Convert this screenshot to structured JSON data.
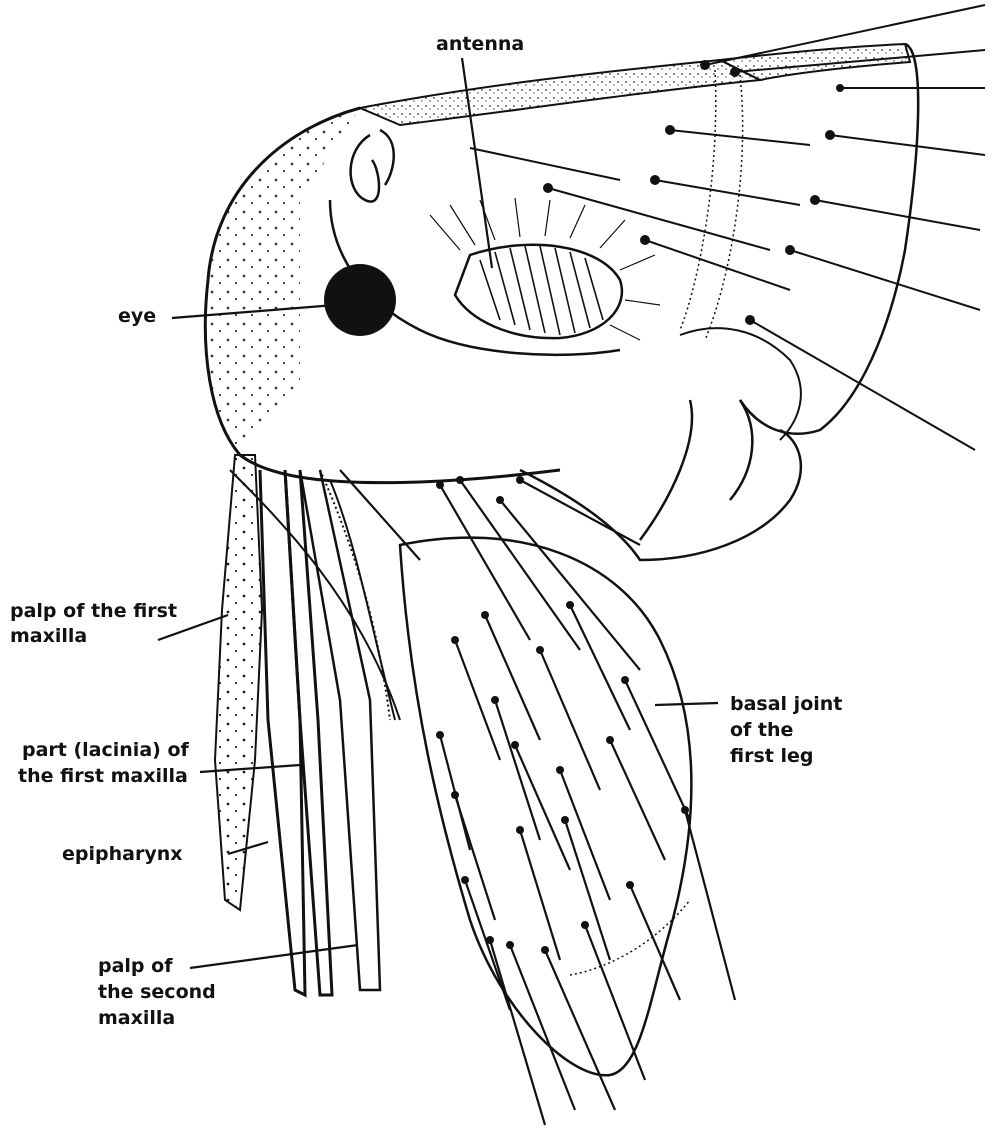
{
  "figure": {
    "labels": {
      "antenna": "antenna",
      "eye": "eye",
      "palp_first_maxilla_1": "palp of the first",
      "palp_first_maxilla_2": "maxilla",
      "lacinia_1": "part (lacinia) of",
      "lacinia_2": "the first maxilla",
      "epipharynx": "epipharynx",
      "palp_second_maxilla_1": "palp of",
      "palp_second_maxilla_2": "the second",
      "palp_second_maxilla_3": "maxilla",
      "basal_joint_1": "basal joint",
      "basal_joint_2": "of the",
      "basal_joint_3": "first leg"
    },
    "colors": {
      "ink": "#111111",
      "paper": "#ffffff",
      "stipple": "#555555"
    }
  }
}
